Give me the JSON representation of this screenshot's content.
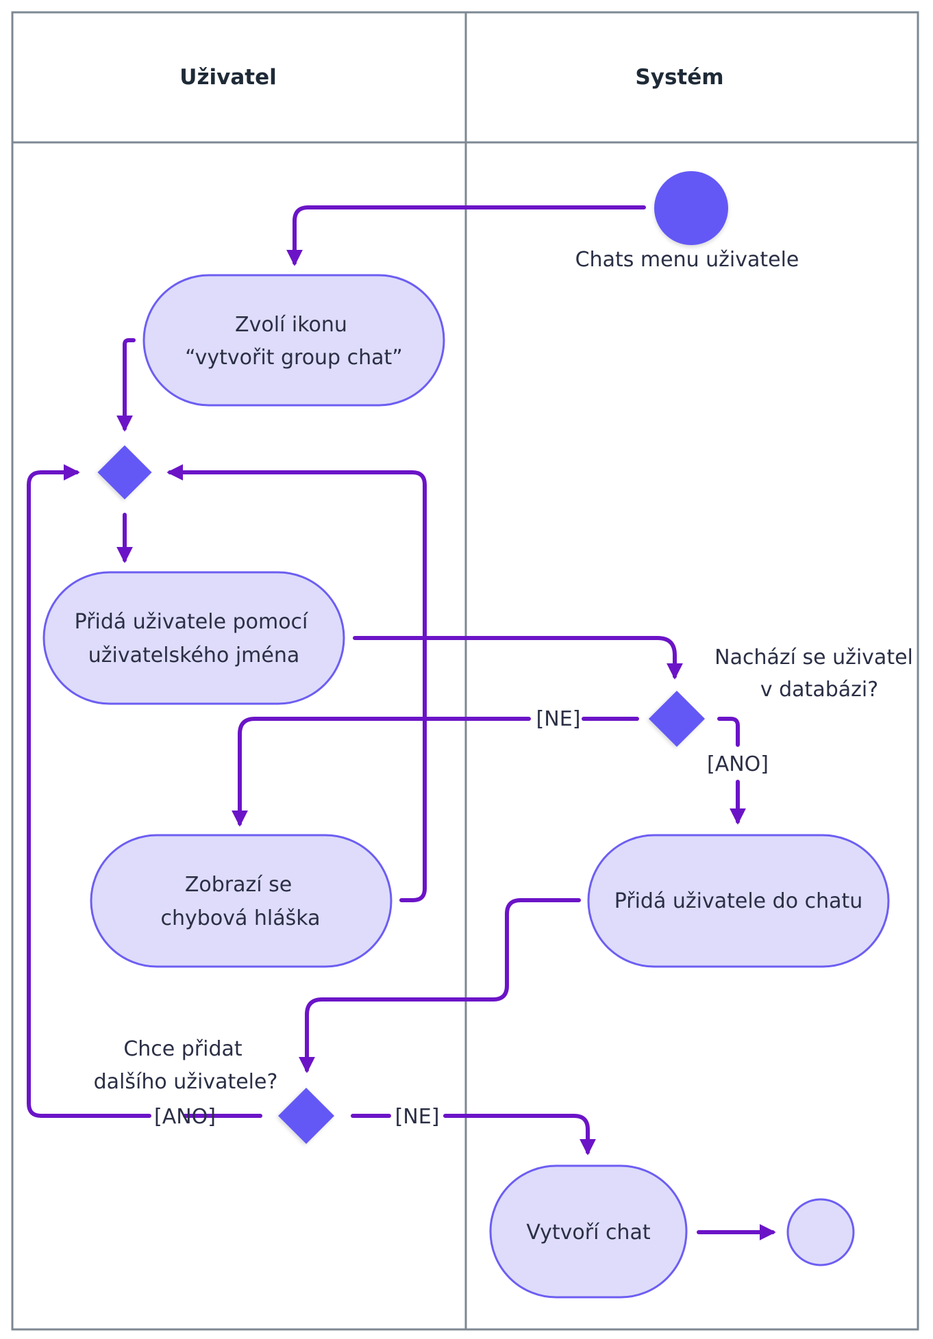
{
  "lanes": [
    {
      "title": "Uživatel"
    },
    {
      "title": "Systém"
    }
  ],
  "start_label": "Chats menu uživatele",
  "actions": {
    "select_icon": [
      "Zvolí ikonu",
      "“vytvořit group chat”"
    ],
    "add_user": [
      "Přidá uživatele pomocí",
      "uživatelského jména"
    ],
    "error": [
      "Zobrazí se",
      "chybová hláška"
    ],
    "add_to_chat": [
      "Přidá uživatele do chatu"
    ],
    "create_chat": [
      "Vytvoří chat"
    ]
  },
  "decisions": {
    "in_database": [
      "Nachází se uživatel",
      "v databázi?"
    ],
    "add_another": [
      "Chce přidat",
      "dalšího uživatele?"
    ]
  },
  "guards": {
    "db_no": "[NE]",
    "db_yes": "[ANO]",
    "another_yes": "[ANO]",
    "another_no": "[NE]"
  },
  "colors": {
    "flow": "#6b14c7",
    "node_fill": "#dedcfa",
    "node_stroke": "#6d5ef2",
    "decision": "#6358f5",
    "lane_border": "#7d8893"
  }
}
